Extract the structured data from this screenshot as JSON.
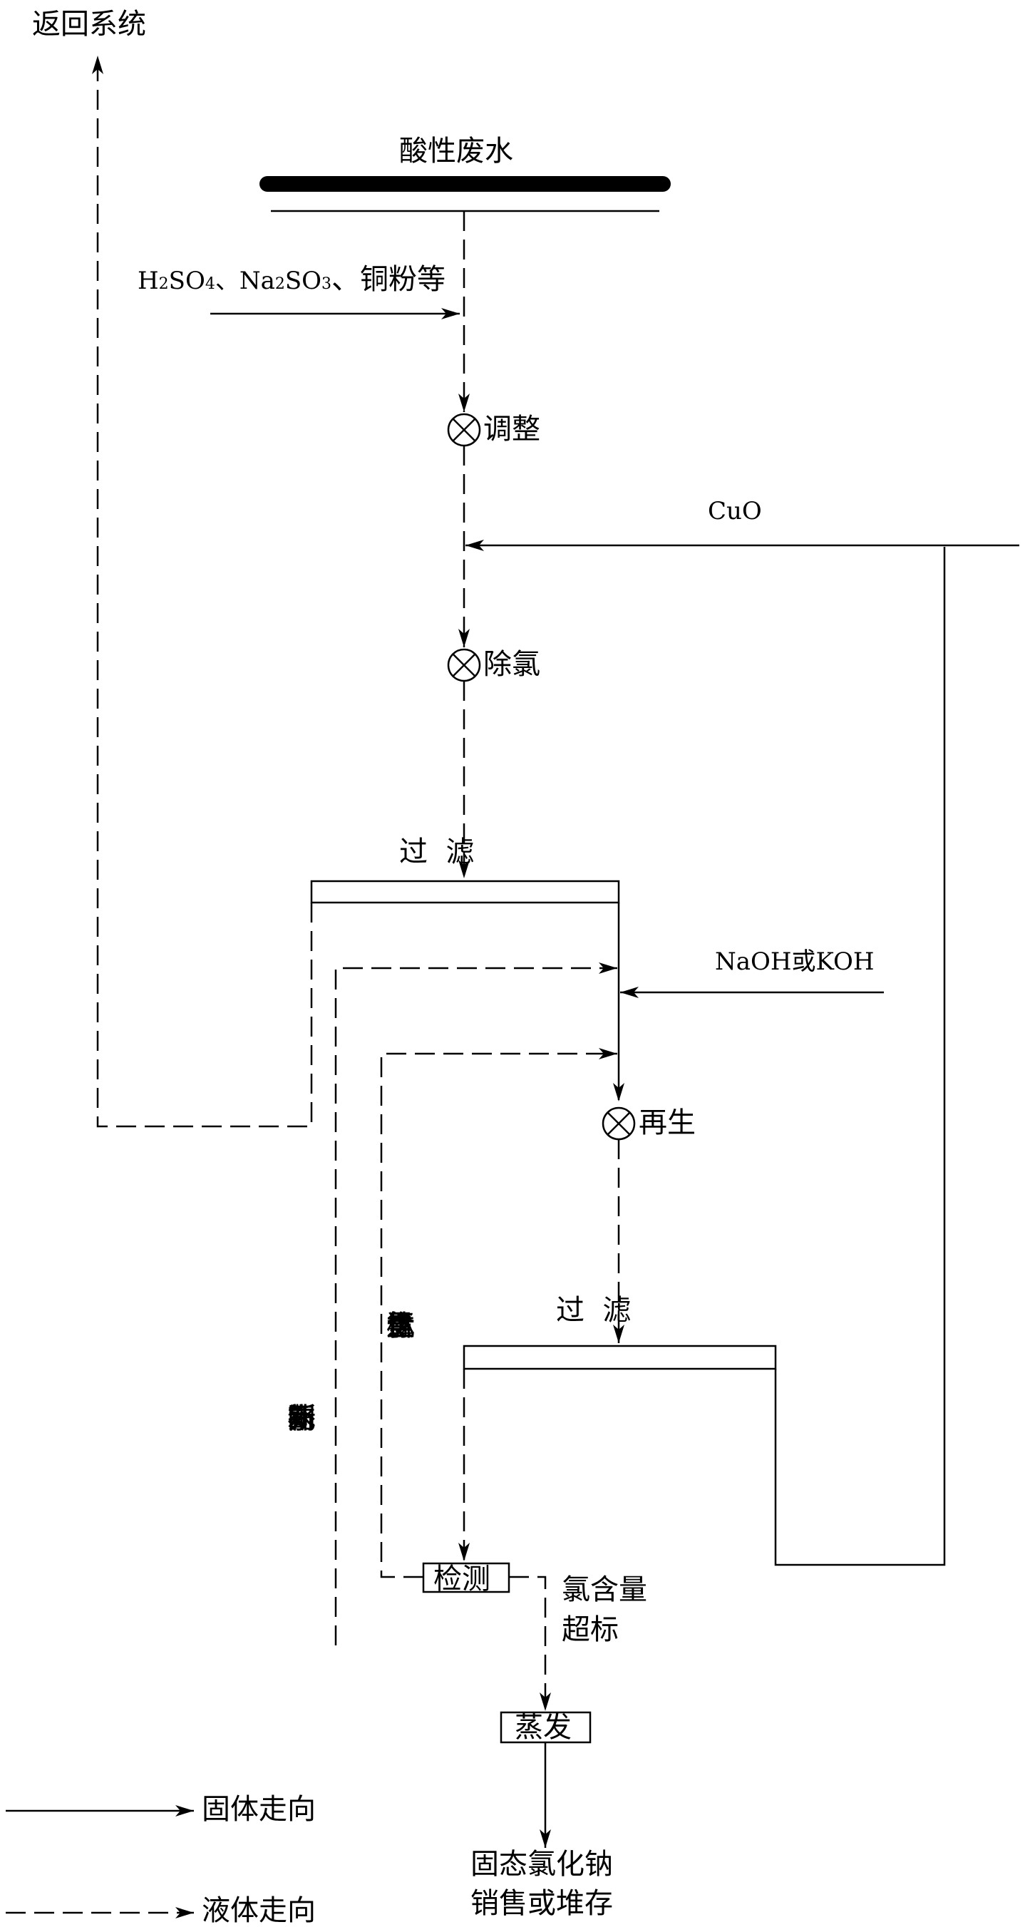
{
  "labels": {
    "return_system": "返回系统",
    "acid_wastewater": "酸性废水",
    "reagents": {
      "h": "H",
      "s2": "2",
      "so": "SO",
      "s4": "4",
      "sep1": "、Na",
      "s2b": "2",
      "so2": "SO",
      "s3": "3",
      "tail": "、铜粉等"
    },
    "adjust": "调整",
    "cuo": "CuO",
    "dechlorinate": "除氯",
    "filter1": "过  滤",
    "naoh": "NaOH或KOH",
    "regenerate": "再生",
    "filter2": "过  滤",
    "chlorine_ok": [
      "氯",
      "含",
      "量",
      "达",
      "标"
    ],
    "fresh_water": [
      "新",
      "水",
      "间",
      "断",
      "补",
      "充"
    ],
    "detect": "检测",
    "chlorine_exceed_1": "氯含量",
    "chlorine_exceed_2": "超标",
    "evaporate": "蒸发",
    "product_1": "固态氯化钠",
    "product_2": "销售或堆存"
  },
  "legend": {
    "solid": "固体走向",
    "liquid": "液体走向"
  }
}
